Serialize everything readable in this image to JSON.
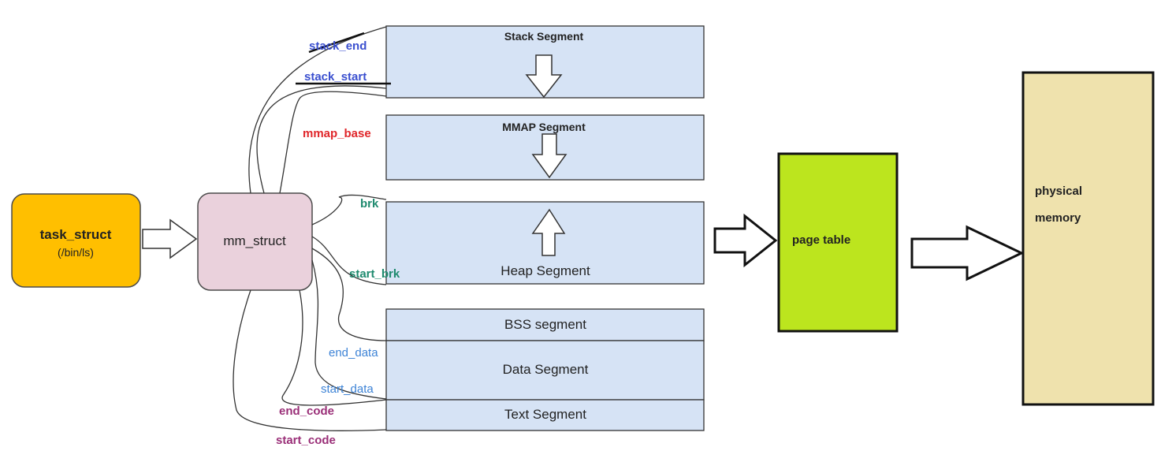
{
  "task_struct": {
    "title": "task_struct",
    "subtitle": "(/bin/ls)"
  },
  "mm_struct": {
    "label": "mm_struct"
  },
  "segments": {
    "stack": "Stack Segment",
    "mmap": "MMAP Segment",
    "heap": "Heap Segment",
    "bss": "BSS segment",
    "data": "Data Segment",
    "text": "Text Segment"
  },
  "labels": {
    "stack_end": "stack_end",
    "stack_start": "stack_start",
    "mmap_base": "mmap_base",
    "brk": "brk",
    "start_brk": "start_brk",
    "end_data": "end_data",
    "start_data": "start_data",
    "end_code": "end_code",
    "start_code": "start_code"
  },
  "page_table": {
    "label": "page table"
  },
  "physical_memory": {
    "line1": "physical",
    "line2": "memory"
  },
  "colors": {
    "task_struct_fill": "#ffbf00",
    "mm_struct_fill": "#ead1dc",
    "segment_fill": "#d6e3f5",
    "page_table_fill": "#bce51e",
    "physical_memory_fill": "#efe2ad",
    "label_blue": "#3a4fcf",
    "label_red": "#e0262a",
    "label_green": "#1e8a6e",
    "label_lightblue": "#3d83d6",
    "label_purple": "#9a2f78"
  }
}
